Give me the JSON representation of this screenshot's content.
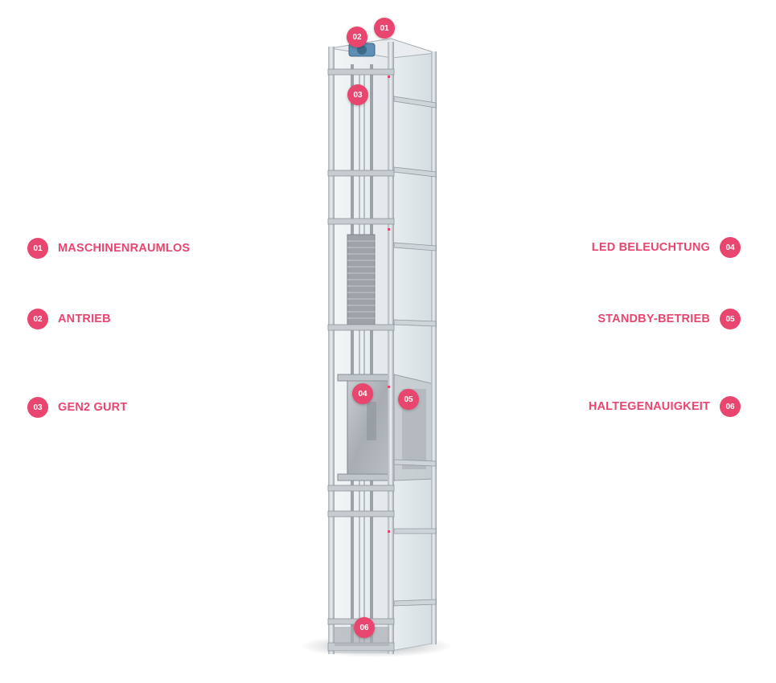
{
  "colors": {
    "accent": "#e8466f",
    "badge_text": "#ffffff",
    "frame_light": "#eef1f4",
    "frame_mid": "#c9ced4",
    "frame_dark": "#8d949c",
    "glass": "#e4ecef"
  },
  "features_left": [
    {
      "num": "01",
      "label": "MASCHINENRAUMLOS"
    },
    {
      "num": "02",
      "label": "ANTRIEB"
    },
    {
      "num": "03",
      "label": "GEN2 GURT"
    }
  ],
  "features_right": [
    {
      "num": "04",
      "label": "LED BELEUCHTUNG"
    },
    {
      "num": "05",
      "label": "STANDBY-BETRIEB"
    },
    {
      "num": "06",
      "label": "HALTEGENAUIGKEIT"
    }
  ],
  "hotspots": [
    {
      "num": "01"
    },
    {
      "num": "02"
    },
    {
      "num": "03"
    },
    {
      "num": "04"
    },
    {
      "num": "05"
    },
    {
      "num": "06"
    }
  ]
}
